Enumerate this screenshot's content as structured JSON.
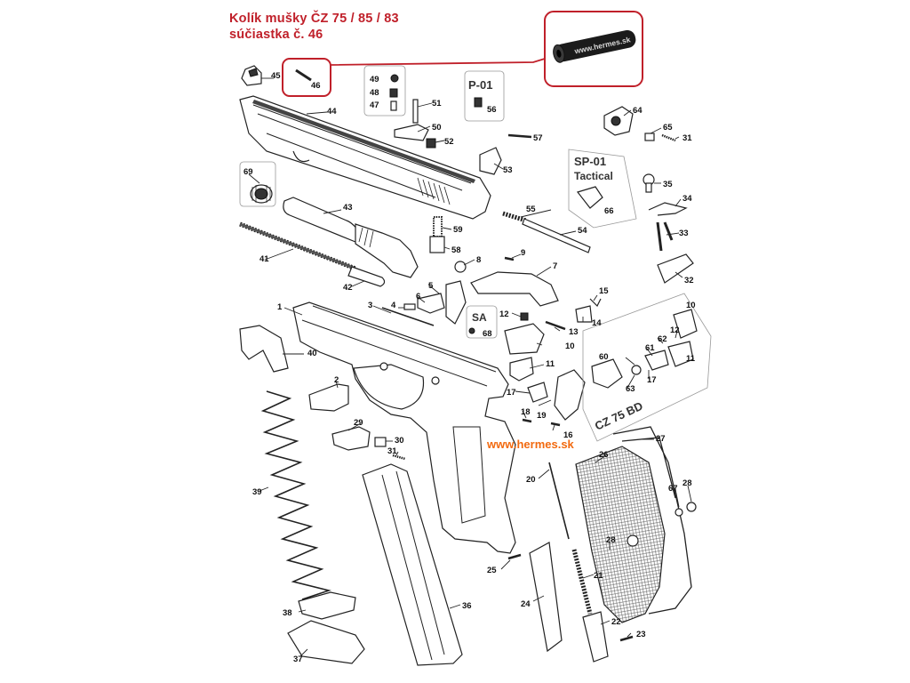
{
  "header": {
    "title_line1": "Kolík mušky ČZ 75 / 85 / 83",
    "title_line2": "súčiastka č. 46"
  },
  "watermark": "www.hermes.sk",
  "photo_caption": "www.hermes.sk",
  "variant_boxes": {
    "p01": "P-01",
    "sp01_line1": "SP-01",
    "sp01_line2": "Tactical",
    "sa": "SA",
    "cz75bd": "CZ 75 BD"
  },
  "highlight_color": "#c0202a",
  "watermark_color": "#f26a10",
  "parts": [
    {
      "id": "p1",
      "label": "1"
    },
    {
      "id": "p2",
      "label": "2"
    },
    {
      "id": "p3",
      "label": "3"
    },
    {
      "id": "p4",
      "label": "4"
    },
    {
      "id": "p5",
      "label": "5"
    },
    {
      "id": "p6",
      "label": "6"
    },
    {
      "id": "p7",
      "label": "7"
    },
    {
      "id": "p8",
      "label": "8"
    },
    {
      "id": "p9",
      "label": "9"
    },
    {
      "id": "p10a",
      "label": "10"
    },
    {
      "id": "p10b",
      "label": "10"
    },
    {
      "id": "p11a",
      "label": "11"
    },
    {
      "id": "p11b",
      "label": "11"
    },
    {
      "id": "p12a",
      "label": "12"
    },
    {
      "id": "p12b",
      "label": "12"
    },
    {
      "id": "p13",
      "label": "13"
    },
    {
      "id": "p14",
      "label": "14"
    },
    {
      "id": "p15",
      "label": "15"
    },
    {
      "id": "p16",
      "label": "16"
    },
    {
      "id": "p17a",
      "label": "17"
    },
    {
      "id": "p17b",
      "label": "17"
    },
    {
      "id": "p18",
      "label": "18"
    },
    {
      "id": "p19",
      "label": "19"
    },
    {
      "id": "p20",
      "label": "20"
    },
    {
      "id": "p21",
      "label": "21"
    },
    {
      "id": "p22",
      "label": "22"
    },
    {
      "id": "p23",
      "label": "23"
    },
    {
      "id": "p24",
      "label": "24"
    },
    {
      "id": "p25",
      "label": "25"
    },
    {
      "id": "p26",
      "label": "26"
    },
    {
      "id": "p27",
      "label": "27"
    },
    {
      "id": "p28a",
      "label": "28"
    },
    {
      "id": "p28b",
      "label": "28"
    },
    {
      "id": "p29",
      "label": "29"
    },
    {
      "id": "p30",
      "label": "30"
    },
    {
      "id": "p31a",
      "label": "31"
    },
    {
      "id": "p31b",
      "label": "31"
    },
    {
      "id": "p32",
      "label": "32"
    },
    {
      "id": "p33",
      "label": "33"
    },
    {
      "id": "p34",
      "label": "34"
    },
    {
      "id": "p35",
      "label": "35"
    },
    {
      "id": "p36",
      "label": "36"
    },
    {
      "id": "p37",
      "label": "37"
    },
    {
      "id": "p38",
      "label": "38"
    },
    {
      "id": "p39",
      "label": "39"
    },
    {
      "id": "p40",
      "label": "40"
    },
    {
      "id": "p41",
      "label": "41"
    },
    {
      "id": "p42",
      "label": "42"
    },
    {
      "id": "p43",
      "label": "43"
    },
    {
      "id": "p44",
      "label": "44"
    },
    {
      "id": "p45",
      "label": "45"
    },
    {
      "id": "p46",
      "label": "46"
    },
    {
      "id": "p47",
      "label": "47"
    },
    {
      "id": "p48",
      "label": "48"
    },
    {
      "id": "p49",
      "label": "49"
    },
    {
      "id": "p50",
      "label": "50"
    },
    {
      "id": "p51",
      "label": "51"
    },
    {
      "id": "p52",
      "label": "52"
    },
    {
      "id": "p53",
      "label": "53"
    },
    {
      "id": "p54",
      "label": "54"
    },
    {
      "id": "p55",
      "label": "55"
    },
    {
      "id": "p56",
      "label": "56"
    },
    {
      "id": "p57",
      "label": "57"
    },
    {
      "id": "p58",
      "label": "58"
    },
    {
      "id": "p59",
      "label": "59"
    },
    {
      "id": "p60",
      "label": "60"
    },
    {
      "id": "p61",
      "label": "61"
    },
    {
      "id": "p62",
      "label": "62"
    },
    {
      "id": "p63",
      "label": "63"
    },
    {
      "id": "p64",
      "label": "64"
    },
    {
      "id": "p65",
      "label": "65"
    },
    {
      "id": "p66",
      "label": "66"
    },
    {
      "id": "p67",
      "label": "67"
    },
    {
      "id": "p68",
      "label": "68"
    },
    {
      "id": "p69",
      "label": "69"
    }
  ]
}
